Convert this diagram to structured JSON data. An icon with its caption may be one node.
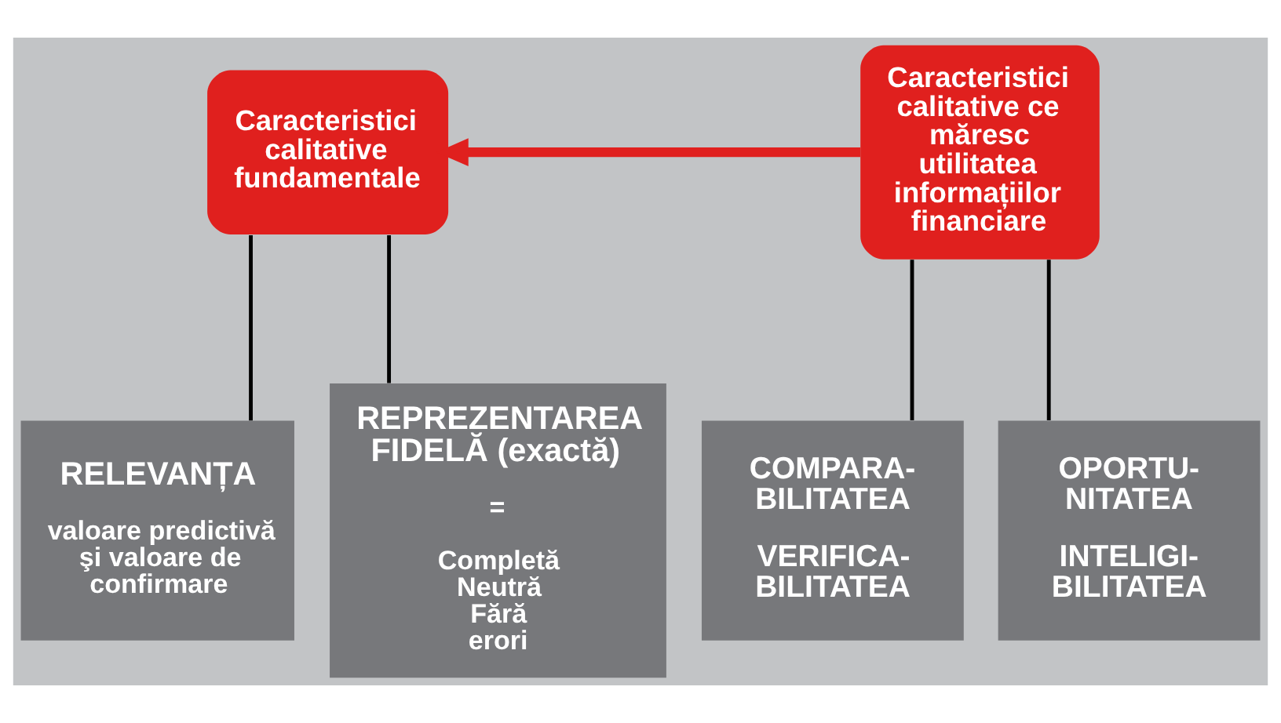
{
  "diagram": {
    "nodes": [
      {
        "text": [
          "Caracteristici calitative fundamentale"
        ]
      },
      {
        "text": [
          "Caracteristici calitative ce măresc utilitatea informațiilor financiare"
        ]
      },
      {
        "text": [
          "RELEVANȚA",
          "valoare predictivă şi valoare de confirmare"
        ]
      },
      {
        "text": [
          "REPREZENTAREA FIDELĂ (exactă)",
          "=",
          "Completă Neutră Fără erori"
        ]
      },
      {
        "text": [
          "COMPARA- BILITATEA",
          "VERIFICA- BILITATEA"
        ]
      },
      {
        "text": [
          "OPORTU- NITATEA",
          "INTELIGI- BILITATEA"
        ]
      }
    ],
    "edges": [
      {
        "from": 1,
        "to": 0,
        "arrow": "to",
        "style": "thick",
        "color": "#e0201e"
      },
      {
        "from": 0,
        "to": 2,
        "arrow": "none"
      },
      {
        "from": 0,
        "to": 3,
        "arrow": "none"
      },
      {
        "from": 1,
        "to": 4,
        "arrow": "none"
      },
      {
        "from": 1,
        "to": 5,
        "arrow": "none"
      }
    ]
  }
}
